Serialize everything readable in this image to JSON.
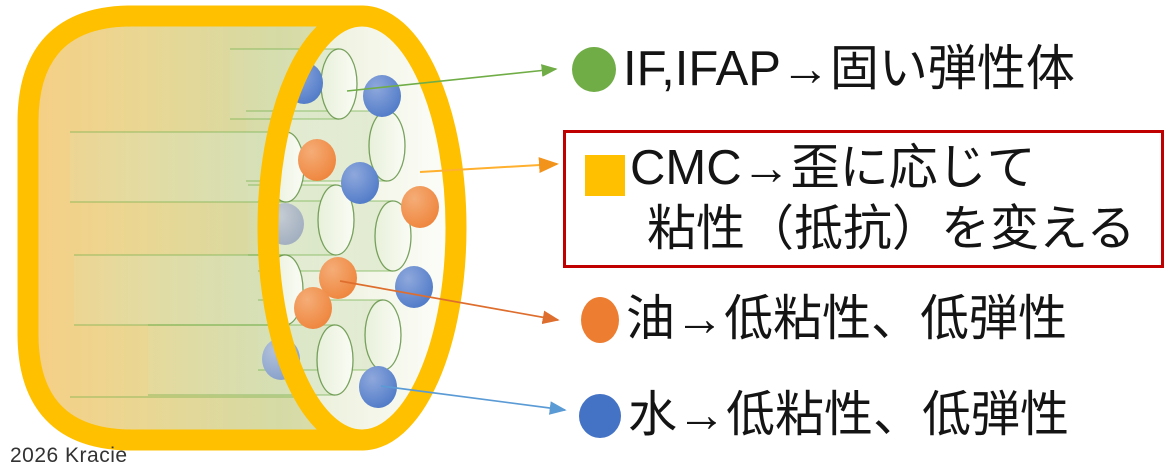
{
  "caption": "2026 Kracie",
  "legend": {
    "if_ifap": {
      "marker": "green-circle",
      "text": "IF,IFAP→固い弾性体"
    },
    "cmc": {
      "marker": "yellow-square",
      "line1": "CMC→歪に応じて",
      "line2": "粘性（抵抗）を変える"
    },
    "oil": {
      "marker": "orange-circle",
      "text": "油→低粘性、低弾性"
    },
    "water": {
      "marker": "blue-circle",
      "text": "水→低粘性、低弾性"
    }
  },
  "colors": {
    "cylinder_outline": "#FFC000",
    "cylinder_body_left": "#F5CE84",
    "cylinder_body_mid": "#D8DCA6",
    "tube_outline": "#70AD47",
    "green_marker": "#70AD47",
    "yellow_marker": "#FFC000",
    "orange_marker": "#ED7D31",
    "blue_marker": "#4472C4",
    "gray_dot": "#9AA8BB",
    "cmc_box_border": "#C00000",
    "arrow_green": "#70AD47",
    "arrow_gold": "#FFB02E",
    "arrow_gold_head": "#F2941C",
    "arrow_orange": "#DE6E2E",
    "arrow_blue": "#5B9BD5",
    "text": "#141414"
  }
}
